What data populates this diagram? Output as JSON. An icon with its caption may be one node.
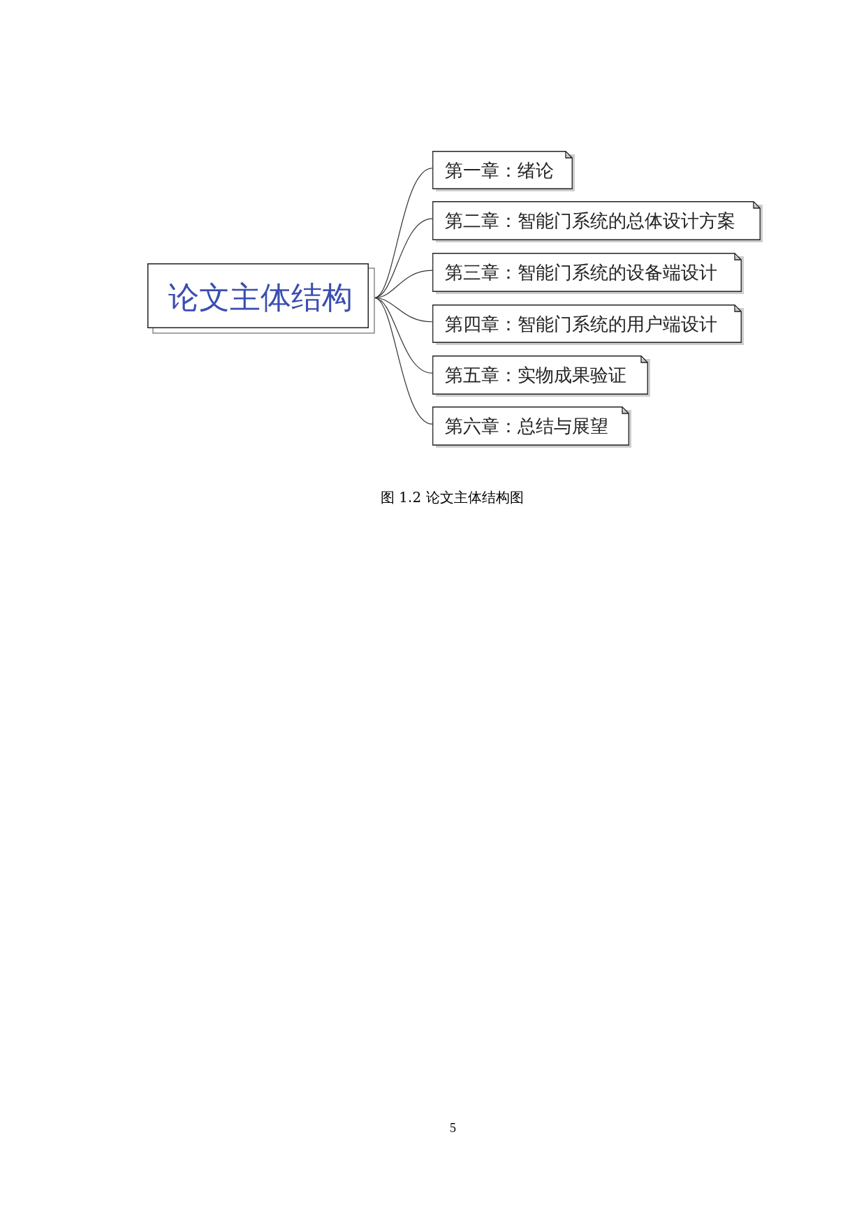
{
  "diagram": {
    "caption": "图 1.2 论文主体结构图",
    "nodes": [
      {
        "text": [
          "论文主体结构"
        ]
      },
      {
        "text": [
          "第一章：绪论"
        ]
      },
      {
        "text": [
          "第二章：智能门系统的总体设计方案"
        ]
      },
      {
        "text": [
          "第三章：智能门系统的设备端设计"
        ]
      },
      {
        "text": [
          "第四章：智能门系统的用户端设计"
        ]
      },
      {
        "text": [
          "第五章：实物成果验证"
        ]
      },
      {
        "text": [
          "第六章：总结与展望"
        ]
      }
    ],
    "edges": [
      {
        "from": 0,
        "to": 1,
        "arrow": "none"
      },
      {
        "from": 0,
        "to": 2,
        "arrow": "none"
      },
      {
        "from": 0,
        "to": 3,
        "arrow": "none"
      },
      {
        "from": 0,
        "to": 4,
        "arrow": "none"
      },
      {
        "from": 0,
        "to": 5,
        "arrow": "none"
      },
      {
        "from": 0,
        "to": 6,
        "arrow": "none"
      }
    ],
    "labels": [
      "5"
    ]
  }
}
